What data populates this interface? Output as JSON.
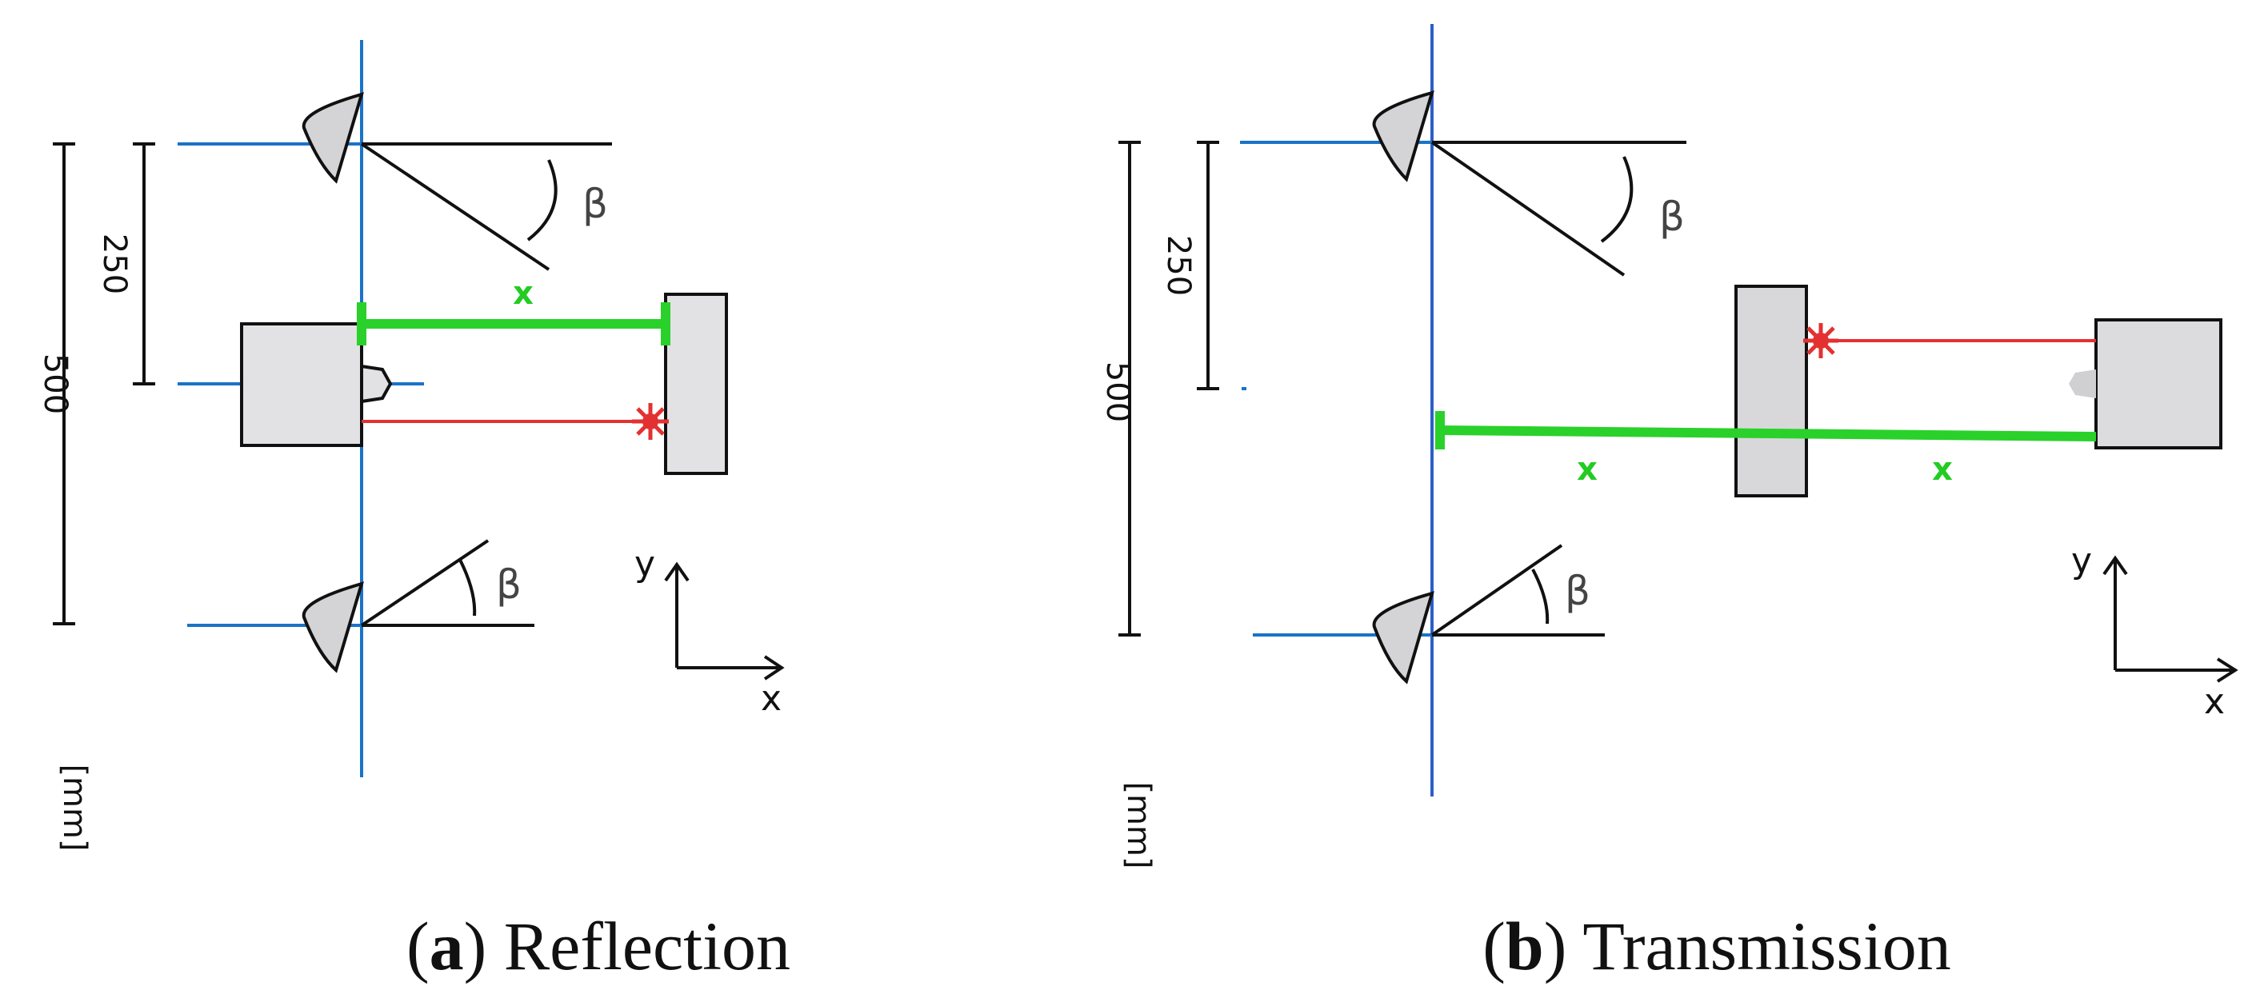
{
  "panels": [
    {
      "caption": {
        "letter": "a",
        "text": ") Reflection"
      },
      "labels": {
        "dim_outer": "500",
        "dim_inner": "250",
        "unit": "[mm]",
        "angle_top": "β",
        "angle_bottom": "β",
        "axis_x": "x",
        "axis_y": "y",
        "marker": "x"
      }
    },
    {
      "caption": {
        "letter": "b",
        "text": ") Transmission"
      },
      "labels": {
        "dim_outer": "500",
        "dim_inner": "250",
        "unit": "[mm]",
        "angle_top": "β",
        "angle_bottom": "β",
        "axis_x": "x",
        "axis_y": "y",
        "marker_left": "x",
        "marker_right": "x"
      }
    }
  ],
  "colors": {
    "reference_line": "#1a73c8",
    "laser_beam": "#e33131",
    "distance_path": "#2ad12a",
    "component_fill": "#e2e2e4",
    "outline": "#111111"
  }
}
